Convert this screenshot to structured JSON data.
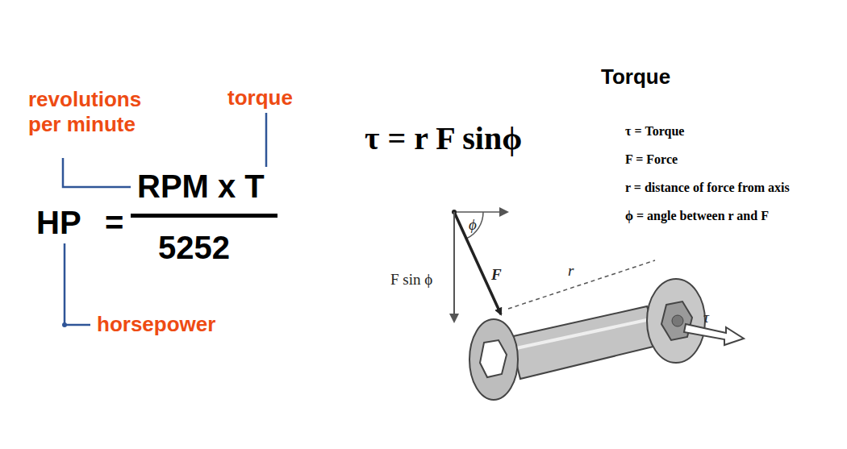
{
  "diagram": {
    "title": "Torque",
    "labels": [
      "revolutions per minute",
      "torque",
      "RPM x T",
      "HP",
      "=",
      "5252",
      "horsepower",
      "τ = r F sinϕ",
      "τ = Torque",
      "F = Force",
      "r = distance of force from axis",
      "ϕ = angle between r and F",
      "F sin ϕ",
      "F",
      "r",
      "ϕ",
      "τ"
    ]
  }
}
